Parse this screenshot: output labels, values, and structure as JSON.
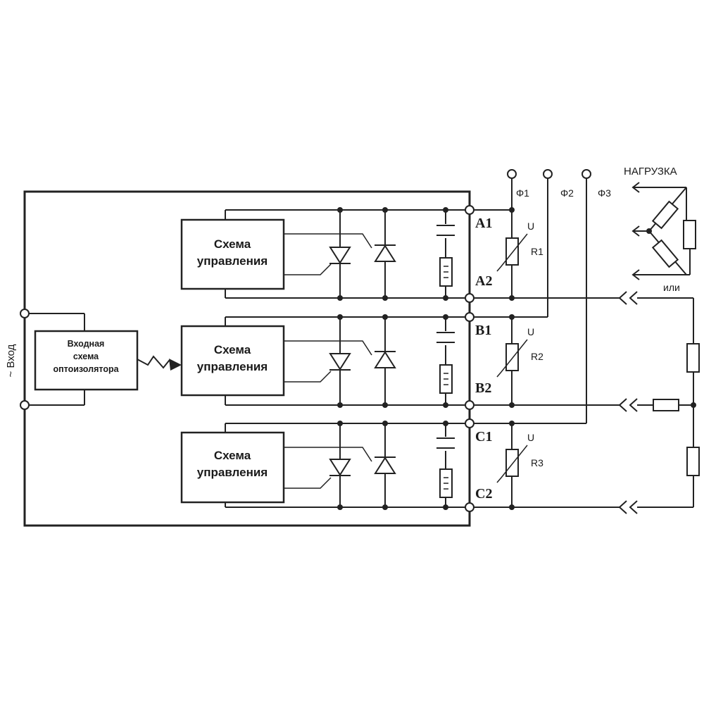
{
  "input": {
    "label": "~ Вход"
  },
  "optoisolator": {
    "lines": [
      "Входная",
      "схема",
      "оптоизолятора"
    ]
  },
  "control_blocks": [
    {
      "lines": [
        "Схема",
        "управления"
      ]
    },
    {
      "lines": [
        "Схема",
        "управления"
      ]
    },
    {
      "lines": [
        "Схема",
        "управления"
      ]
    }
  ],
  "terminals": [
    "A1",
    "A2",
    "B1",
    "B2",
    "C1",
    "C2"
  ],
  "varistors": [
    {
      "name": "R1",
      "u": "U"
    },
    {
      "name": "R2",
      "u": "U"
    },
    {
      "name": "R3",
      "u": "U"
    }
  ],
  "phases": [
    "Φ1",
    "Φ2",
    "Φ3"
  ],
  "load": {
    "title": "НАГРУЗКА",
    "or_label": "или"
  }
}
